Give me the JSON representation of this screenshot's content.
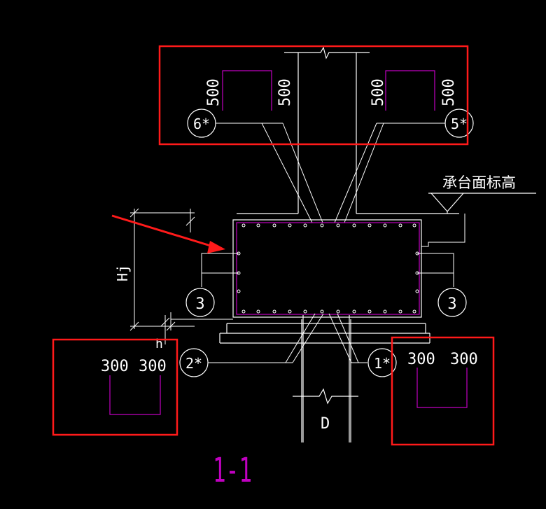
{
  "colors": {
    "background": "#000000",
    "line": "#ffffff",
    "rebar": "#c000c0",
    "highlight": "#ff1a1a"
  },
  "labels": {
    "dim_500": "500",
    "dim_300": "300",
    "cap_top_elevation": "承台面标高",
    "dim_hj": "Hj",
    "dim_h": "h",
    "dim_d": "D",
    "section_title": "1-1"
  },
  "callouts": {
    "rebar_6": "6*",
    "rebar_5": "5*",
    "rebar_3": "3",
    "rebar_2": "2*",
    "rebar_1": "1*"
  },
  "icons": {
    "arrow": "red-arrow-pointer",
    "elevation": "elevation-triangle-symbol"
  }
}
